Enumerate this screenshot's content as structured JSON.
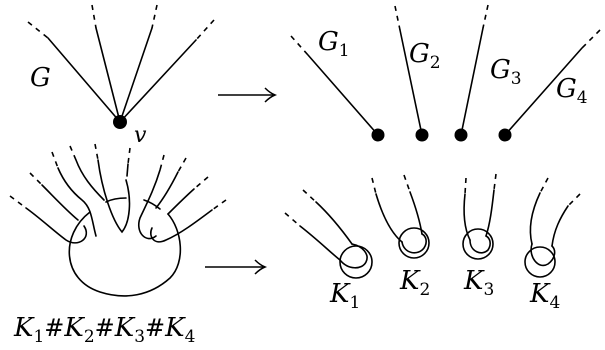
{
  "labels": {
    "graph": "G",
    "vertex": "v",
    "graph_parts": [
      {
        "base": "G",
        "sub": "1"
      },
      {
        "base": "G",
        "sub": "2"
      },
      {
        "base": "G",
        "sub": "3"
      },
      {
        "base": "G",
        "sub": "4"
      }
    ],
    "knot_parts": [
      {
        "base": "K",
        "sub": "1"
      },
      {
        "base": "K",
        "sub": "2"
      },
      {
        "base": "K",
        "sub": "3"
      },
      {
        "base": "K",
        "sub": "4"
      }
    ],
    "connected_sum": [
      {
        "base": "K",
        "sub": "1",
        "op": "#"
      },
      {
        "base": "K",
        "sub": "2",
        "op": "#"
      },
      {
        "base": "K",
        "sub": "3",
        "op": "#"
      },
      {
        "base": "K",
        "sub": "4",
        "op": ""
      }
    ]
  }
}
